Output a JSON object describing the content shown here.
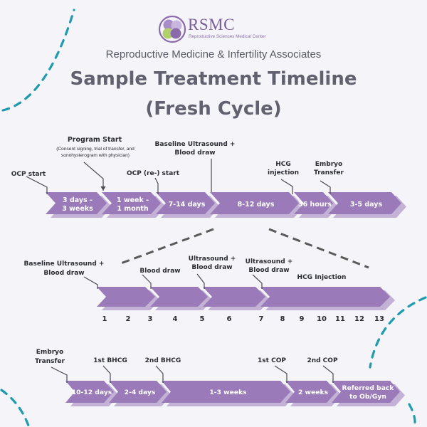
{
  "brand": {
    "name": "RSMC",
    "tagline": "Reproductive Sciences Medical Center"
  },
  "header": {
    "subtitle": "Reproductive Medicine & Infertility Associates",
    "title_line1": "Sample Treatment Timeline",
    "title_line2": "(Fresh Cycle)"
  },
  "colors": {
    "arrow_main": "#9a7ab8",
    "arrow_shadow": "#c3b1d6",
    "leader": "#4a4a52",
    "dash_gray": "#5a5a5a",
    "accent_teal": "#1f9bb0",
    "text": "#2c2c34"
  },
  "row1": {
    "segments": [
      {
        "label": "3 days -\n3 weeks"
      },
      {
        "label": "1 week -\n1 month"
      },
      {
        "label": "7-14 days"
      },
      {
        "label": "8-12 days"
      },
      {
        "label": "36 hours"
      },
      {
        "label": "3-5 days"
      }
    ],
    "events": [
      {
        "label": "OCP start"
      },
      {
        "label": "Program Start"
      },
      {
        "label": "(Consent signing, trial of transfer, and\nsonohysterogram with physician)"
      },
      {
        "label": "OCP  (re-) start"
      },
      {
        "label": "Baseline Ultrasound +\nBlood draw"
      },
      {
        "label": "HCG\ninjection"
      },
      {
        "label": "Embryo\nTransfer"
      }
    ]
  },
  "row2": {
    "days": [
      "1",
      "2",
      "3",
      "4",
      "5",
      "6",
      "7",
      "8",
      "9",
      "10",
      "11",
      "12",
      "13"
    ],
    "events": [
      {
        "label": "Baseline Ultrasound +\nBlood draw"
      },
      {
        "label": "Blood draw"
      },
      {
        "label": "Ultrasound +\nBlood draw"
      },
      {
        "label": "Ultrasound +\nBlood draw"
      },
      {
        "label": "HCG Injection"
      }
    ]
  },
  "row3": {
    "segments": [
      {
        "label": "10-12 days"
      },
      {
        "label": "2-4 days"
      },
      {
        "label": "1-3 weeks"
      },
      {
        "label": "2 weeks"
      },
      {
        "label": "Referred back\nto Ob/Gyn"
      }
    ],
    "events": [
      {
        "label": "Embryo\nTransfer"
      },
      {
        "label": "1st BHCG"
      },
      {
        "label": "2nd BHCG"
      },
      {
        "label": "1st COP"
      },
      {
        "label": "2nd COP"
      }
    ]
  }
}
